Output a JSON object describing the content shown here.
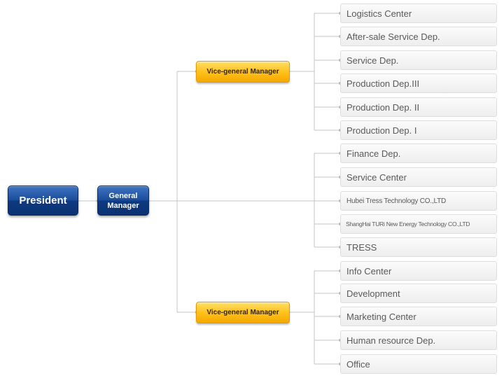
{
  "president": "President",
  "general_manager": "General\nManager",
  "vice_managers": [
    "Vice-general Manager",
    "Vice-general Manager"
  ],
  "departments": [
    "Logistics Center",
    "After-sale Service Dep.",
    "Service Dep.",
    "Production Dep.III",
    "Production Dep. II",
    "Production Dep. I",
    "Finance Dep.",
    "Service Center",
    "Hubei Tress Technology CO.,LTD",
    "ShangHai TURi New Energy Technology CO.,LTD",
    "TRESS",
    "Info Center",
    "Development",
    "Marketing Center",
    "Human resource Dep.",
    "Office"
  ],
  "colors": {
    "executive_fill": "#1b4d9b",
    "manager_fill": "#ffc21c",
    "department_fill": "#f2f2f2",
    "connector": "#c4c4c4"
  }
}
